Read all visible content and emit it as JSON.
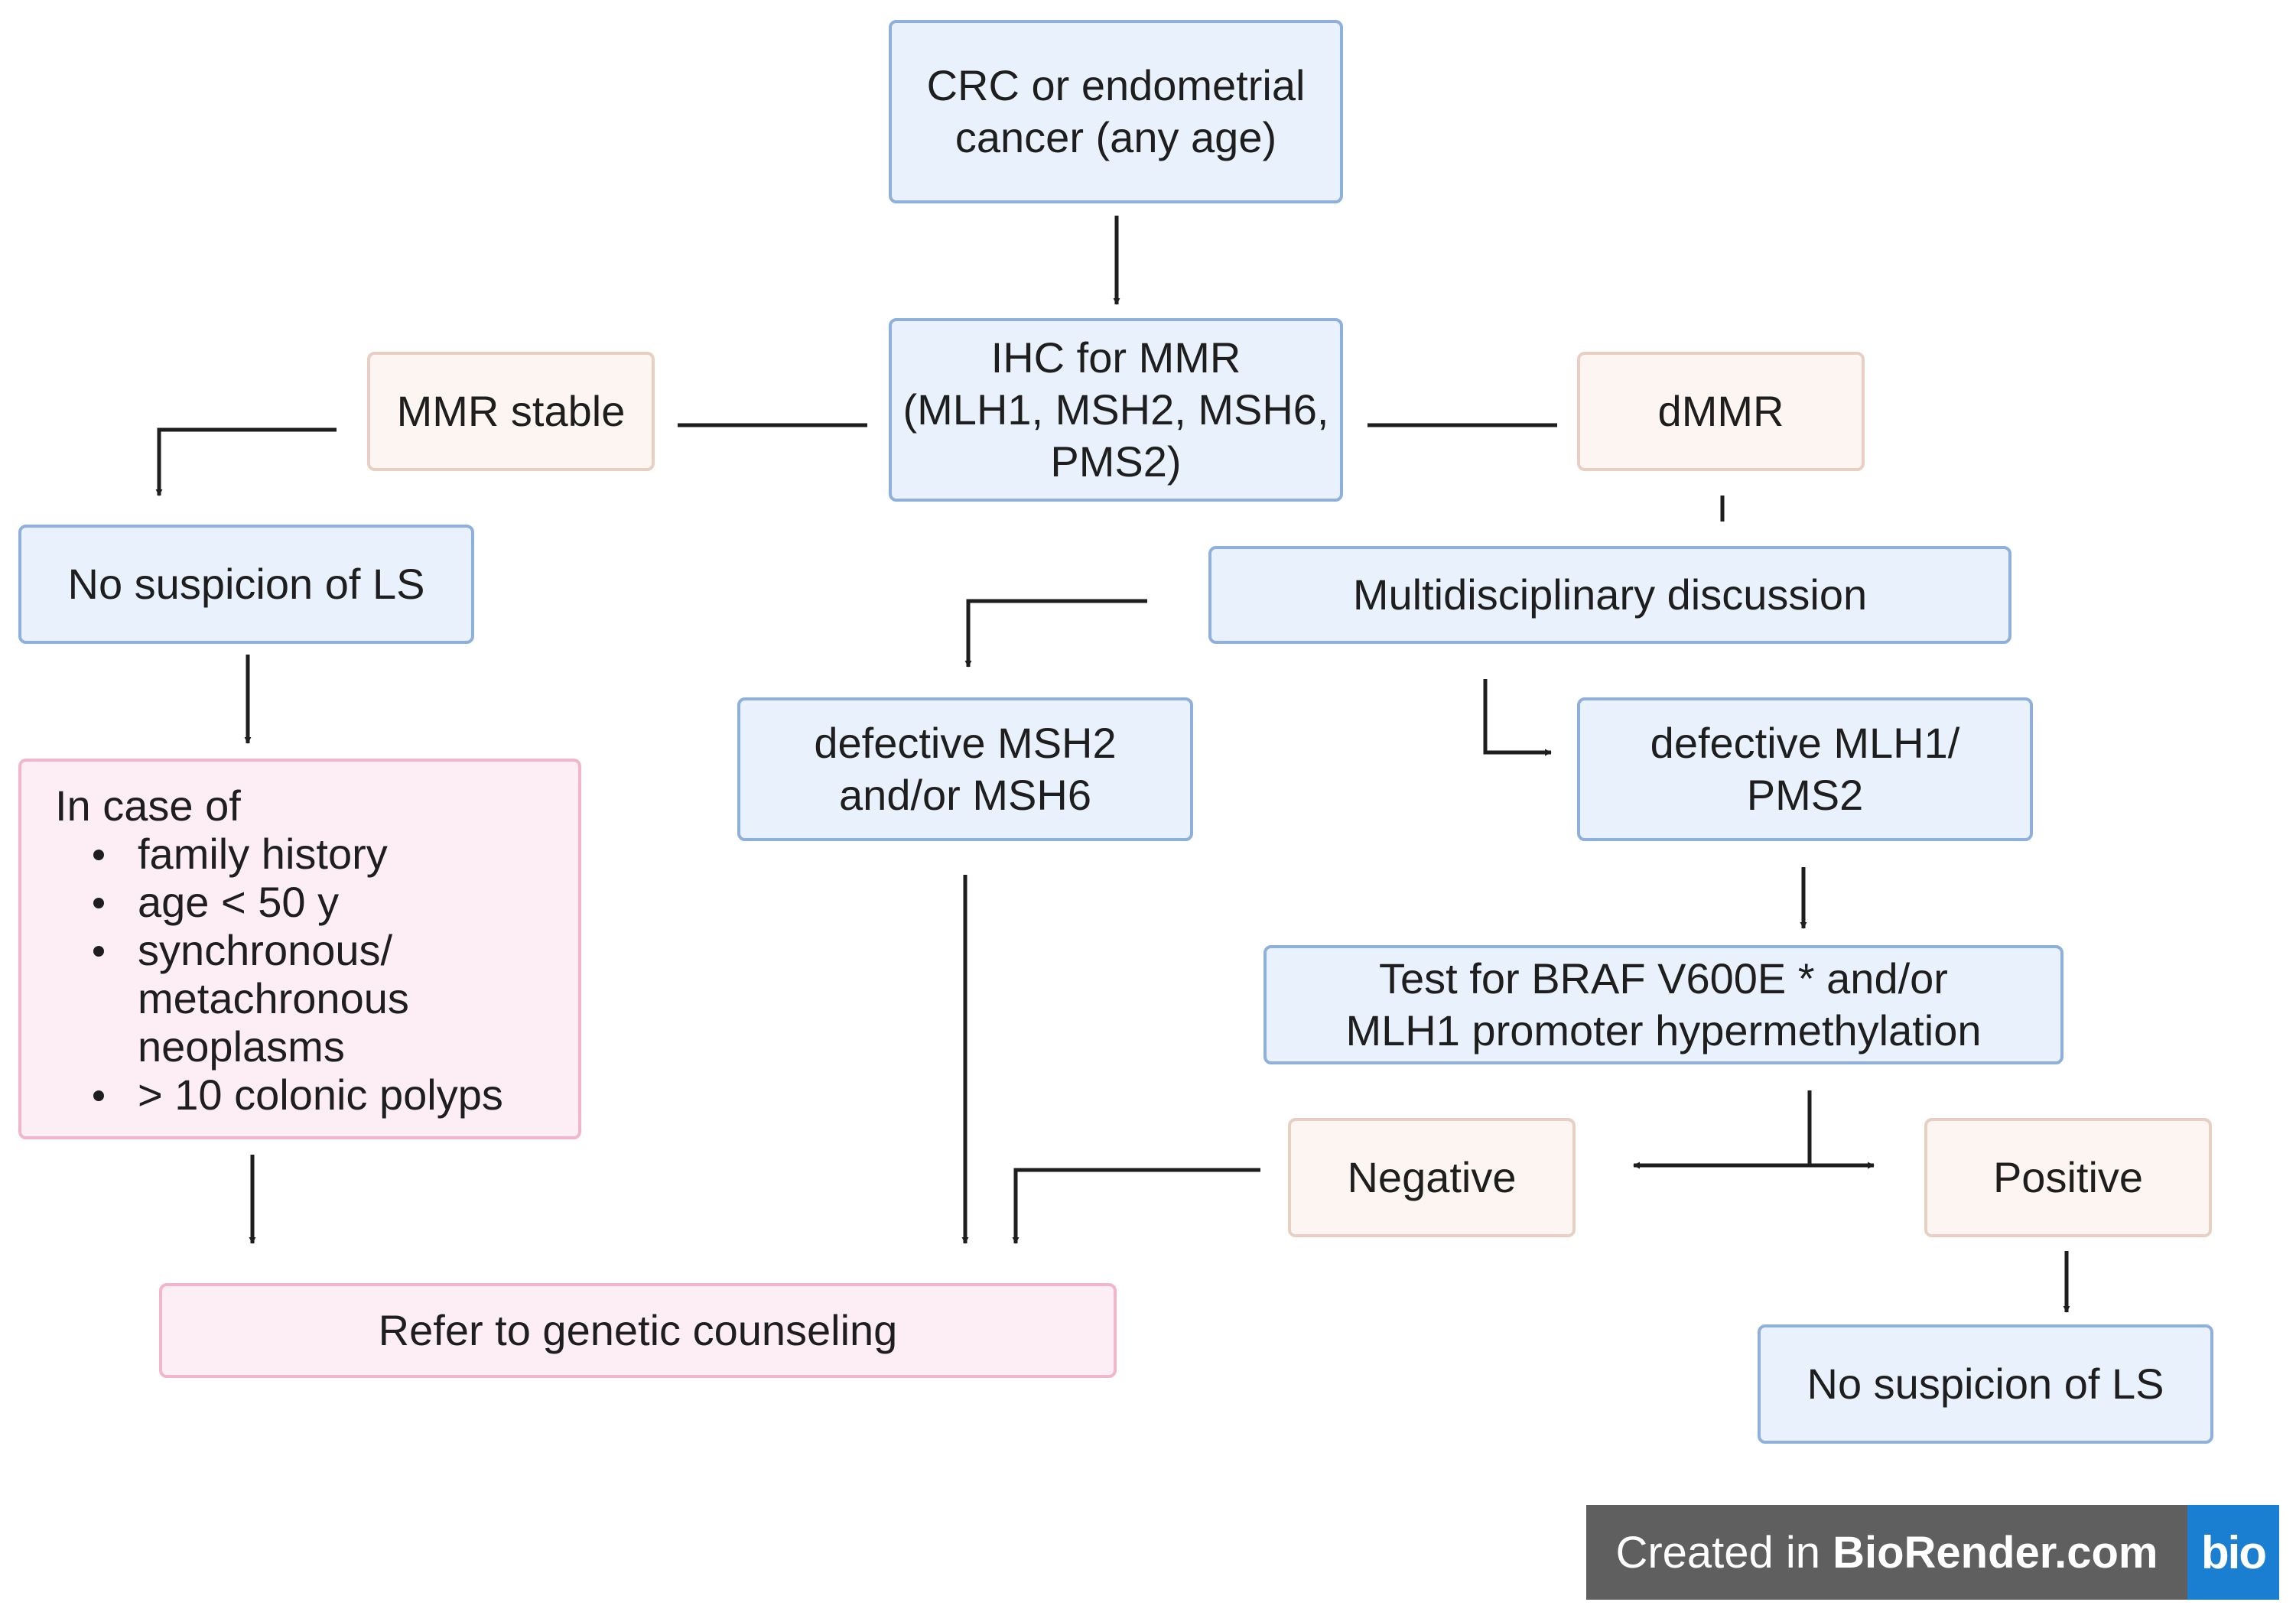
{
  "nodes": {
    "start": "CRC or endometrial\ncancer (any age)",
    "ihc": "IHC for MMR\n(MLH1, MSH2, MSH6,\nPMS2)",
    "mmr_stable": "MMR stable",
    "dmmr": "dMMR",
    "no_suspicion_left": "No suspicion of LS",
    "multidisciplinary": "Multidisciplinary discussion",
    "msh2_msh6": "defective MSH2\nand/or MSH6",
    "mlh1_pms2": "defective MLH1/\nPMS2",
    "braf_test": "Test for BRAF V600E * and/or\nMLH1 promoter hypermethylation",
    "negative": "Negative",
    "positive": "Positive",
    "no_suspicion_right": "No suspicion of LS",
    "refer": "Refer to genetic counseling"
  },
  "conditions": {
    "heading": "In case of",
    "items": [
      "family history",
      "age < 50 y",
      "synchronous/\nmetachronous\nneoplasms",
      "> 10 colonic polyps"
    ]
  },
  "badge": {
    "prefix": "Created in",
    "brand": "BioRender.com",
    "logo": "bio"
  },
  "colors": {
    "blue_box": "#e9f2fc",
    "blue_border": "#8fb0da",
    "tan_box": "#fcf5f1",
    "tan_border": "#e8cfc4",
    "pink_box": "#fdedf4",
    "pink_border": "#f2b6cc"
  }
}
